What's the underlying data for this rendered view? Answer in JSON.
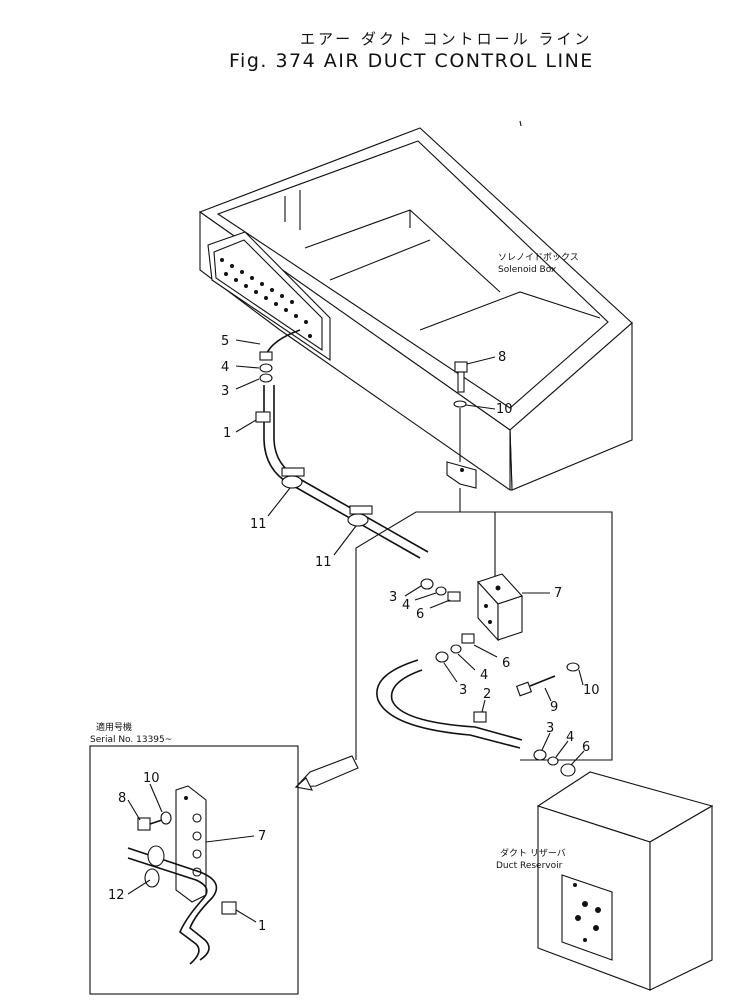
{
  "header": {
    "title_jp": "エアー ダクト コントロール ライン",
    "title_en": "Fig. 374 AIR DUCT CONTROL LINE"
  },
  "labels": {
    "solenoid_box_jp": "ソレノイドボックス",
    "solenoid_box_en": "Solenoid Box",
    "duct_reservoir_jp": "ダクト リザーバ",
    "duct_reservoir_en": "Duct Reservoir",
    "serial_jp": "適用号機",
    "serial_en": "Serial No. 13395~"
  },
  "callouts": {
    "c1": "1",
    "c2": "2",
    "c3a": "3",
    "c3b": "3",
    "c3c": "3",
    "c3d": "3",
    "c4a": "4",
    "c4b": "4",
    "c4c": "4",
    "c4d": "4",
    "c5": "5",
    "c6a": "6",
    "c6b": "6",
    "c6c": "6",
    "c7": "7",
    "c8": "8",
    "c9": "9",
    "c10a": "10",
    "c10b": "10",
    "c11a": "11",
    "c11b": "11",
    "inset_c10": "10",
    "inset_c8": "8",
    "inset_c7": "7",
    "inset_c12": "12",
    "inset_c1": "1"
  }
}
